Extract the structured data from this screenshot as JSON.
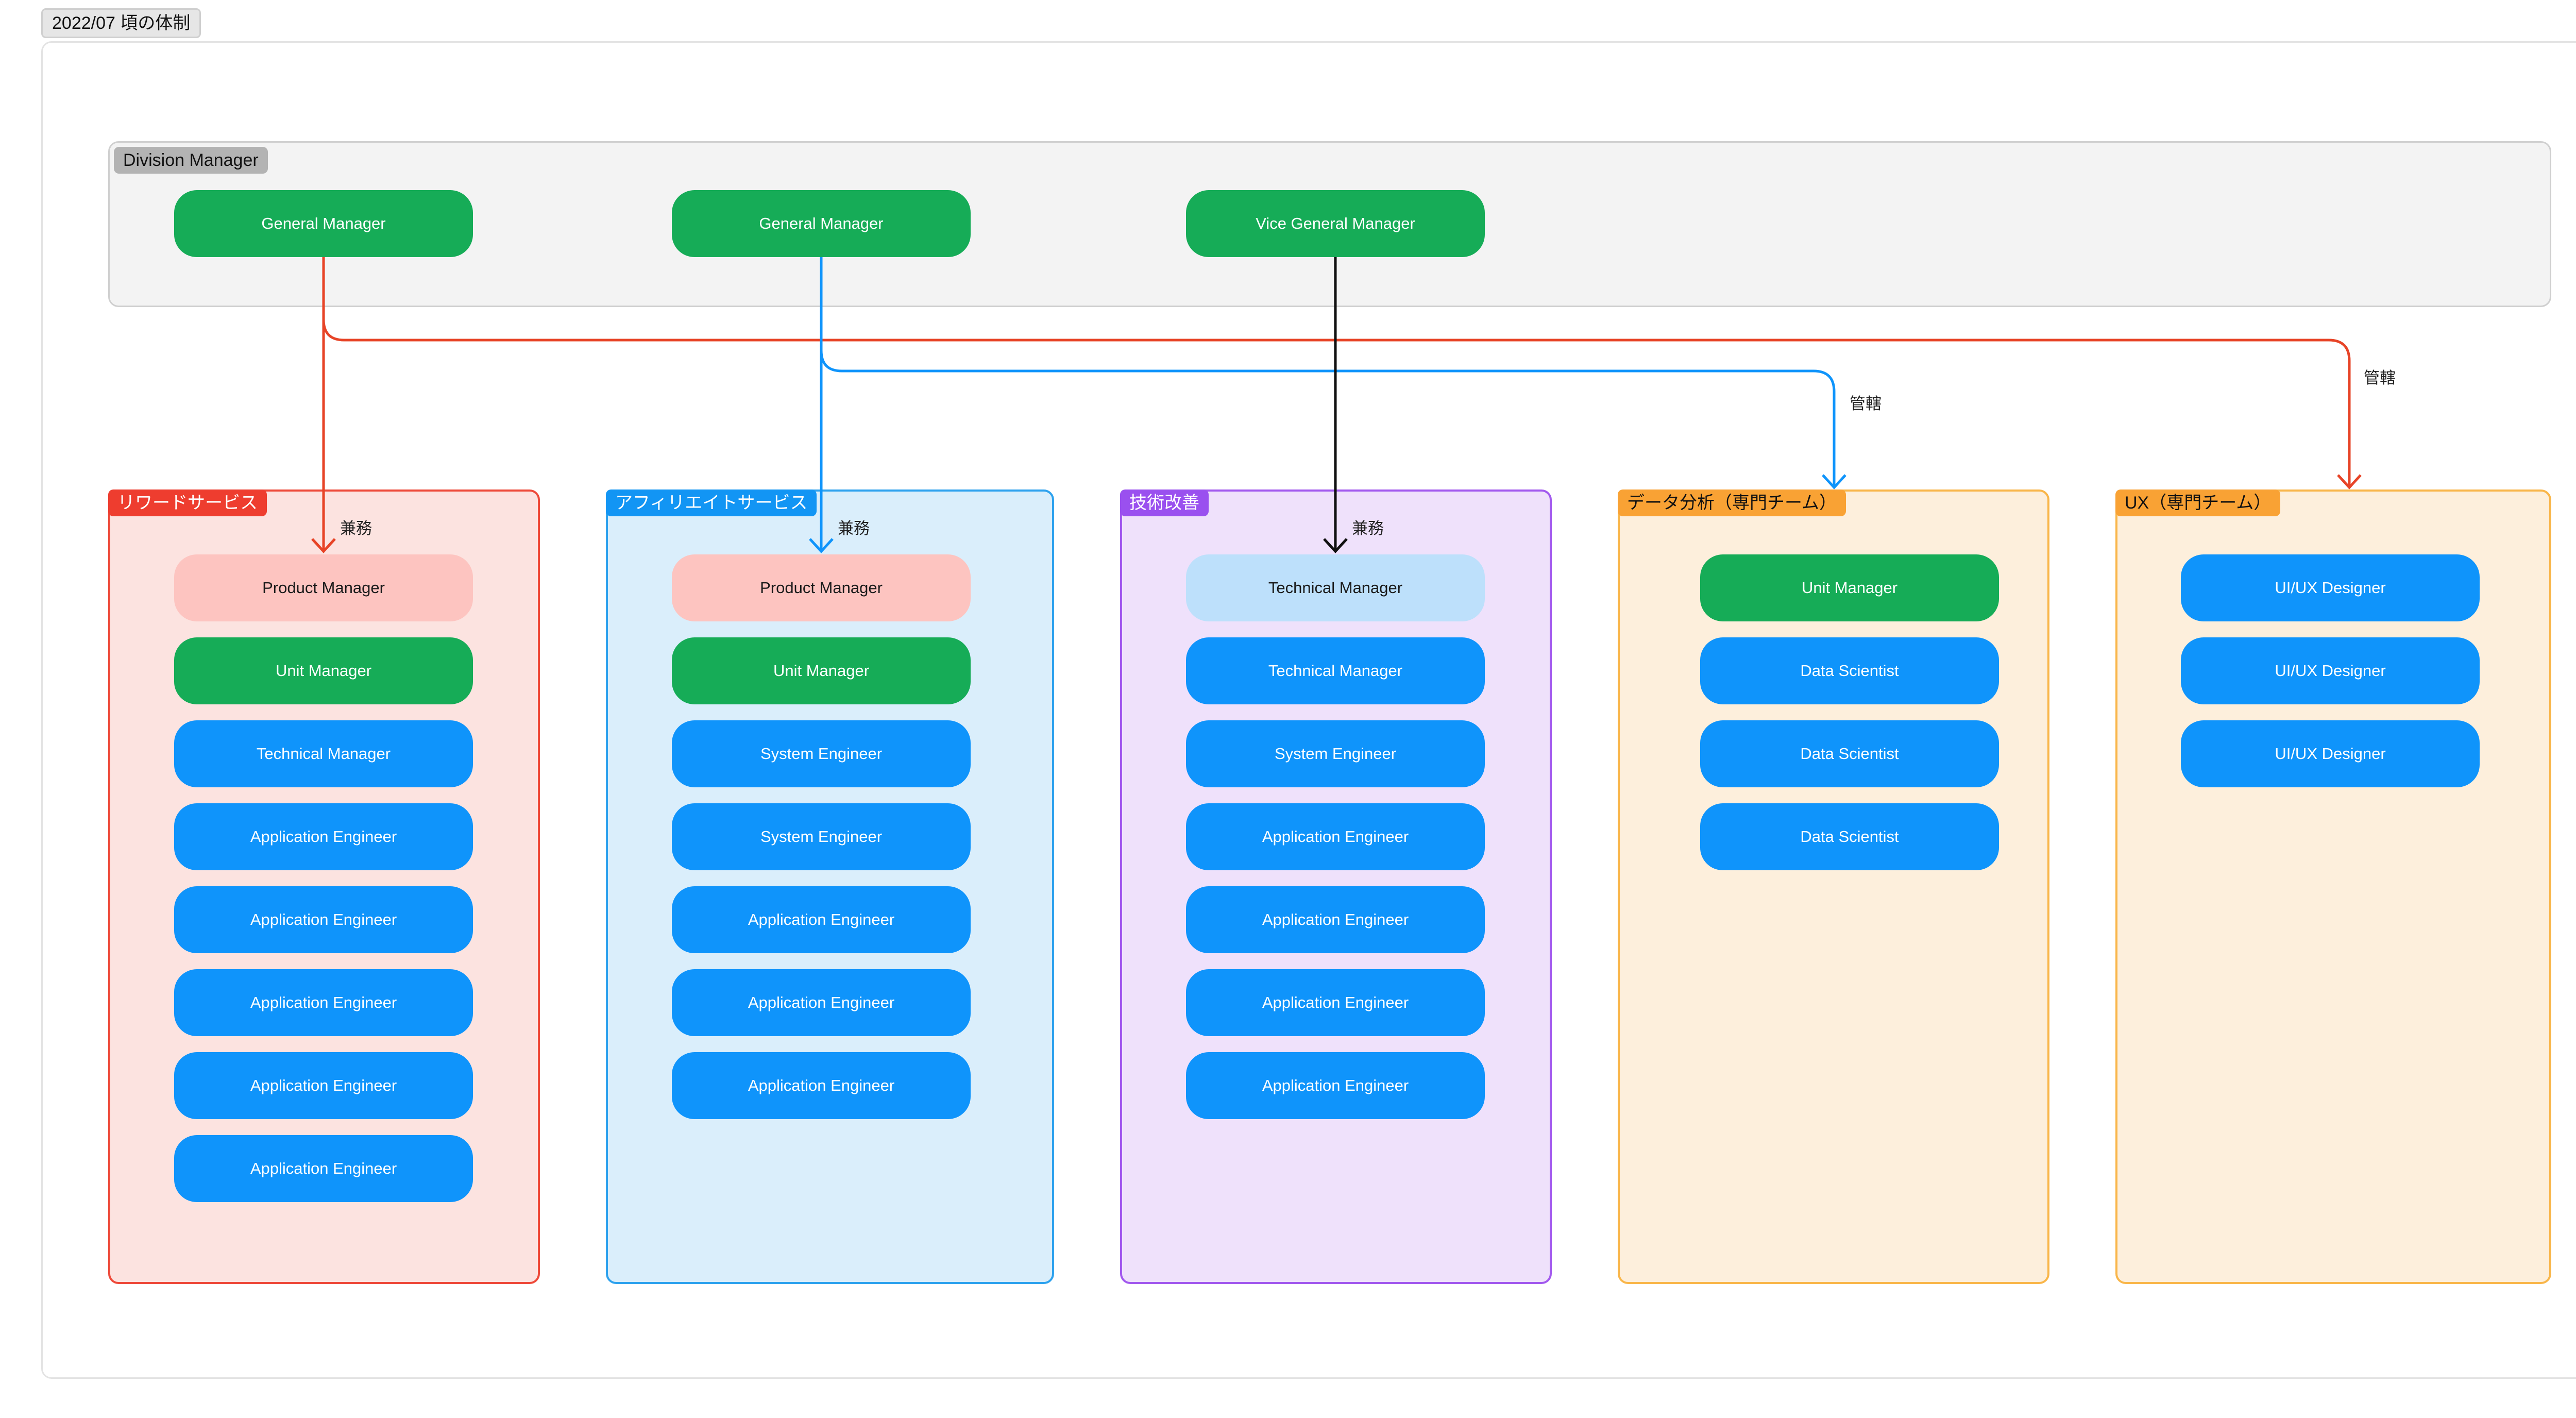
{
  "diagram_title": "2022/07 頃の体制",
  "colors": {
    "green": "#16ac57",
    "blue": "#0f94fb",
    "red": "#e74427",
    "black": "#111111",
    "pink": "#fdc4c0",
    "light_blue": "#bde0fb"
  },
  "division": {
    "label": "Division Manager",
    "nodes": [
      "General Manager",
      "General Manager",
      "Vice General Manager"
    ]
  },
  "groups": [
    {
      "label": "リワードサービス",
      "nodes": [
        "Product Manager",
        "Unit Manager",
        "Technical Manager",
        "Application Engineer",
        "Application Engineer",
        "Application Engineer",
        "Application Engineer",
        "Application Engineer"
      ]
    },
    {
      "label": "アフィリエイトサービス",
      "nodes": [
        "Product Manager",
        "Unit Manager",
        "System Engineer",
        "System Engineer",
        "Application Engineer",
        "Application Engineer",
        "Application Engineer"
      ]
    },
    {
      "label": "技術改善",
      "nodes": [
        "Technical Manager",
        "Technical Manager",
        "System Engineer",
        "Application Engineer",
        "Application Engineer",
        "Application Engineer",
        "Application Engineer"
      ]
    },
    {
      "label": "データ分析（専門チーム）",
      "nodes": [
        "Unit Manager",
        "Data Scientist",
        "Data Scientist",
        "Data Scientist"
      ]
    },
    {
      "label": "UX（専門チーム）",
      "nodes": [
        "UI/UX Designer",
        "UI/UX Designer",
        "UI/UX Designer"
      ]
    }
  ],
  "edge_labels": {
    "concurrent": "兼務",
    "oversight": "管轄"
  }
}
